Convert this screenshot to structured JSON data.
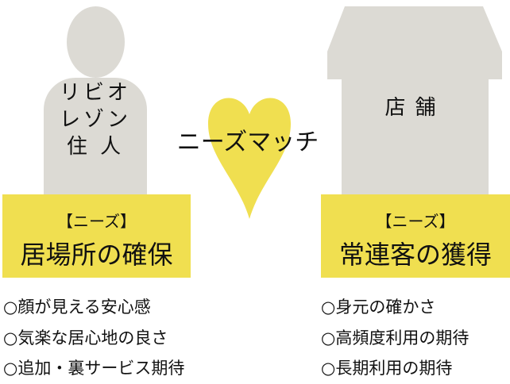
{
  "resident": {
    "label_lines": [
      "リビオ",
      "レゾン",
      "住 人"
    ]
  },
  "store": {
    "label": "店舗"
  },
  "match": {
    "label": "ニーズマッチ"
  },
  "left_need": {
    "tag": "【ニーズ】",
    "title": "居場所の確保",
    "items": [
      "○顔が見える安心感",
      "○気楽な居心地の良さ",
      "○追加・裏サービス期待"
    ]
  },
  "right_need": {
    "tag": "【ニーズ】",
    "title": "常連客の獲得",
    "items": [
      "○身元の確かさ",
      "○高頻度利用の期待",
      "○長期利用の期待"
    ]
  },
  "colors": {
    "shape_grey": "#dcdad4",
    "accent_yellow": "#f0df50"
  }
}
